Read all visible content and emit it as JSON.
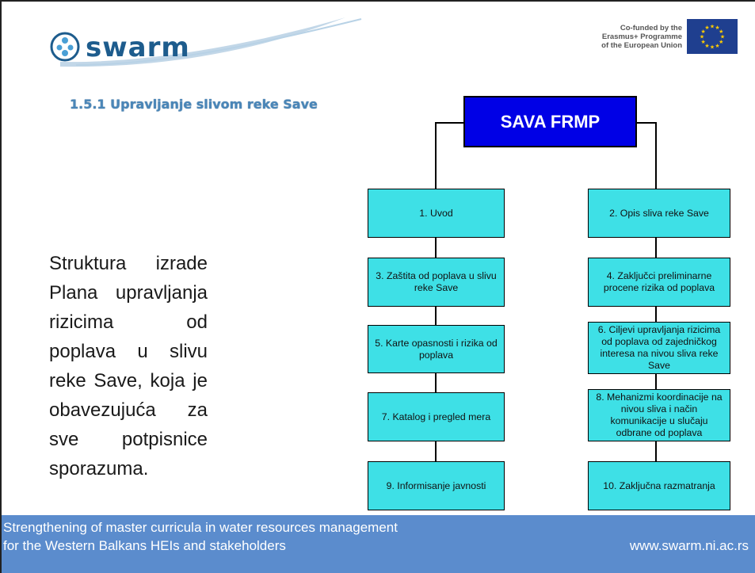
{
  "header": {
    "logo_text": "swarm",
    "eu_line_1": "Co-funded by the",
    "eu_line_2": "Erasmus+ Programme",
    "eu_line_3": "of the European Union"
  },
  "section_title": "1.5.1  Upravljanje  slivom reke Save",
  "body_text": "Struktura izrade Plana upravljanja rizicima od poplava u slivu reke Save, koja je obavezujuća za sve potpisnice sporazuma.",
  "diagram": {
    "root": "SAVA FRMP",
    "left": [
      "1. Uvod",
      "3. Zaštita od poplava u slivu reke Save",
      "5. Karte opasnosti i rizika od poplava",
      "7. Katalog i pregled mera",
      "9. Informisanje javnosti"
    ],
    "right": [
      "2. Opis sliva reke Save",
      "4. Zaključci preliminarne procene rizika od poplava",
      "6. Ciljevi upravljanja rizicima od poplava od zajedničkog interesa na nivou sliva reke Save",
      "8. Mehanizmi koordinacije na nivou sliva i način komunikacije u slučaju odbrane od poplava",
      "10. Zaključna razmatranja"
    ]
  },
  "footer": {
    "line_1": "Strengthening of master curricula in water resources management",
    "line_2": "for the Western Balkans HEIs and stakeholders",
    "url": "www.swarm.ni.ac.rs"
  },
  "colors": {
    "root_fill": "#0000e6",
    "node_fill": "#3ee0e6",
    "footer_band": "#5b8ccd",
    "logo_blue": "#1d5c8d"
  }
}
